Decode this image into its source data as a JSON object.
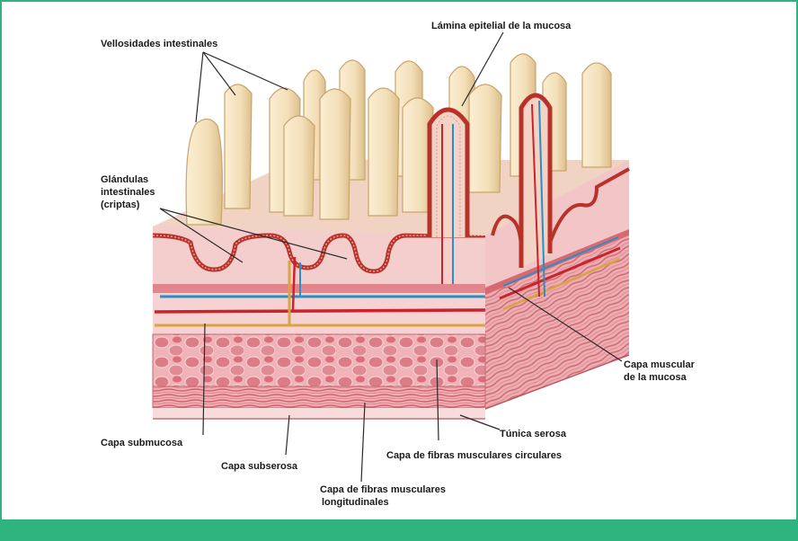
{
  "labels": {
    "vellosidades": "Vellosidades intestinales",
    "lamina": "Lámina epitelial de la mucosa",
    "glandulas_1": "Glándulas",
    "glandulas_2": "intestinales",
    "glandulas_3": "(criptas)",
    "capa_muscular_mucosa_1": "Capa muscular",
    "capa_muscular_mucosa_2": "de la mucosa",
    "tunica_serosa": "Túnica serosa",
    "capa_submucosa": "Capa submucosa",
    "capa_subserosa": "Capa subserosa",
    "capa_circulares": "Capa de fibras musculares circulares",
    "capa_longitudinales_1": "Capa de fibras musculares",
    "capa_longitudinales_2": "longitudinales"
  },
  "colors": {
    "frame": "#2fb37f",
    "villus": "#f3dfb8",
    "villus_shade": "#e2c591",
    "mucosa": "#f2c4c4",
    "epithelium": "#b8322a",
    "muscle": "#e28a8f",
    "muscle_dark": "#cf6a72",
    "artery": "#c8242a",
    "vein": "#2b8fc3",
    "nerve": "#d9a441"
  }
}
